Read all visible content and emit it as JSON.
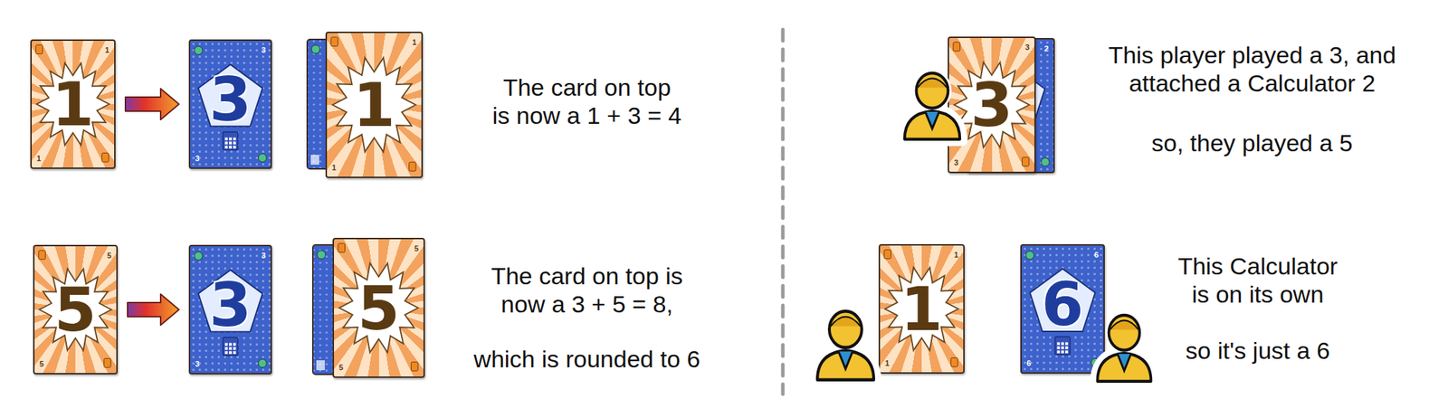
{
  "diagram": {
    "nodes": [
      {
        "text": [
          "1",
          "1",
          "1"
        ]
      },
      {
        "text": [
          "3",
          "3",
          "3"
        ]
      },
      {
        "text": [
          "1",
          "1",
          "1"
        ]
      },
      {
        "text": [
          "5",
          "5",
          "5"
        ]
      },
      {
        "text": [
          "3",
          "3",
          "3"
        ]
      },
      {
        "text": [
          "5",
          "5",
          "5"
        ]
      },
      {
        "text": [
          "2"
        ]
      },
      {
        "text": [
          "3",
          "3",
          "3"
        ]
      },
      {
        "text": [
          "1",
          "1",
          "1"
        ]
      },
      {
        "text": [
          "6",
          "6",
          "6"
        ]
      }
    ],
    "edges": [
      {
        "from": 0,
        "to": 1,
        "arrow": "to"
      },
      {
        "from": 3,
        "to": 4,
        "arrow": "to"
      }
    ],
    "labels": [
      "The card on top is now a 1 + 3 = 4",
      "The card on top is now a 3 + 5 = 8,",
      "which is rounded to 6",
      "This player played a 3, and attached a Calculator 2",
      "so, they played a 5",
      "This Calculator is on its own",
      "so it's just a 6"
    ]
  }
}
